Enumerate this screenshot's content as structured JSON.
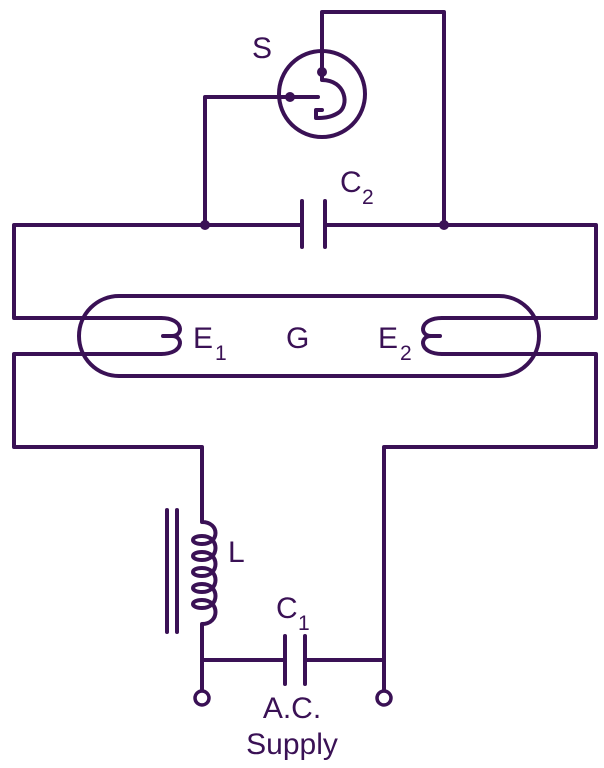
{
  "colors": {
    "ink": "#3a1155",
    "background": "#ffffff"
  },
  "labels": {
    "starter": "S",
    "capacitor2": {
      "main": "C",
      "sub": "2"
    },
    "electrode1": {
      "main": "E",
      "sub": "1"
    },
    "gas": "G",
    "electrode2": {
      "main": "E",
      "sub": "2"
    },
    "choke": "L",
    "capacitor1": {
      "main": "C",
      "sub": "1"
    },
    "supply_line1": "A.C.",
    "supply_line2": "Supply"
  }
}
